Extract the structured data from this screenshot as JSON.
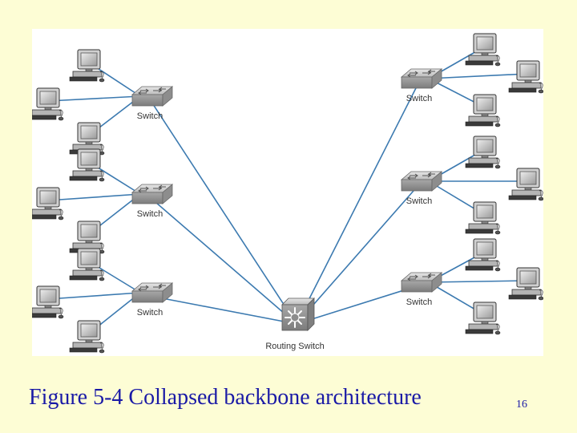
{
  "figure": {
    "caption": "Figure 5-4 Collapsed backbone architecture",
    "slide_number": "16"
  },
  "diagram": {
    "core": {
      "label": "Routing Switch"
    },
    "switches": [
      {
        "label": "Switch",
        "side": "left",
        "clients": 3
      },
      {
        "label": "Switch",
        "side": "left",
        "clients": 3
      },
      {
        "label": "Switch",
        "side": "left",
        "clients": 3
      },
      {
        "label": "Switch",
        "side": "right",
        "clients": 3
      },
      {
        "label": "Switch",
        "side": "right",
        "clients": 3
      },
      {
        "label": "Switch",
        "side": "right",
        "clients": 3
      }
    ]
  },
  "colors": {
    "slide_background": "#fdfdd5",
    "caption_text": "#1a1aa6",
    "link_line": "#3c7ab0",
    "device_gray": "#a9a9a9"
  },
  "icons": [
    "switch-icon",
    "routing-switch-icon",
    "computer-icon"
  ]
}
